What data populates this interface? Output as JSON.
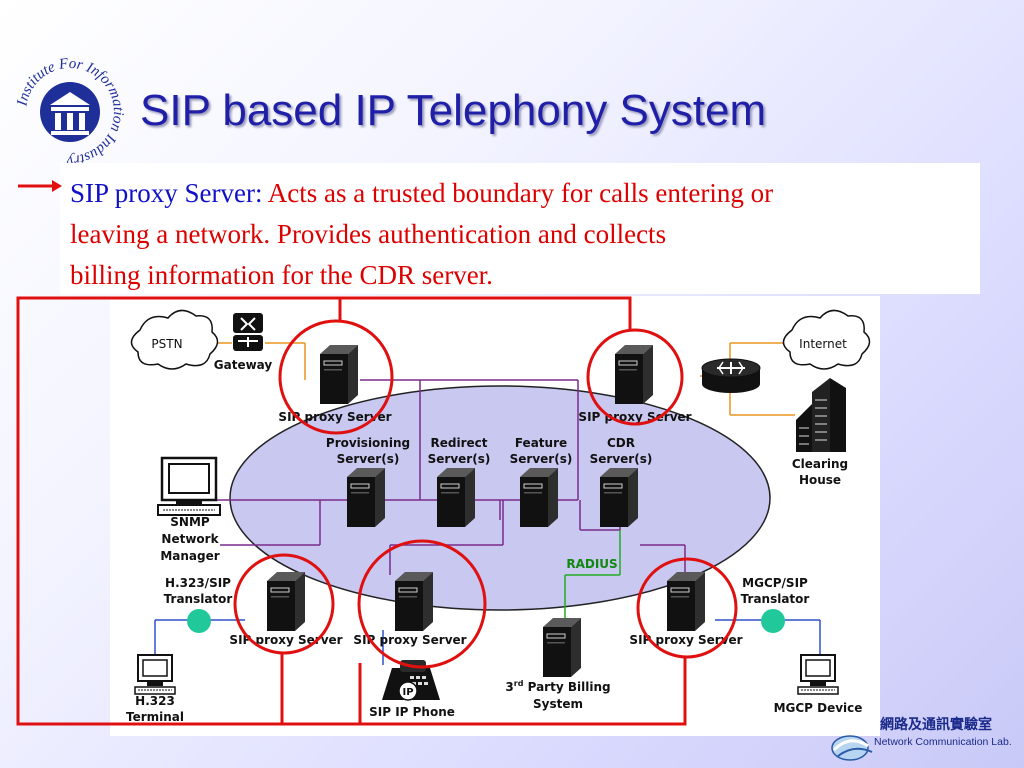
{
  "slide": {
    "title": "SIP based IP Telephony System",
    "institute_logo_text": "Institute For Information Industry"
  },
  "description": {
    "term": "SIP proxy Server:",
    "line1_rest": " Acts as a trusted boundary for calls entering or",
    "line2": "leaving a network. Provides authentication and collects",
    "line3": "billing information for the CDR server."
  },
  "diagram": {
    "clouds": {
      "pstn": "PSTN",
      "internet": "Internet"
    },
    "gateway": "Gateway",
    "proxies": {
      "top_left": "SIP proxy Server",
      "top_right": "SIP proxy Server",
      "bottom_left": "SIP proxy Server",
      "bottom_mid": "SIP proxy Server",
      "bottom_right": "SIP proxy Server"
    },
    "inner_servers": {
      "provisioning": [
        "Provisioning",
        "Server(s)"
      ],
      "redirect": [
        "Redirect",
        "Server(s)"
      ],
      "feature": [
        "Feature",
        "Server(s)"
      ],
      "cdr": [
        "CDR",
        "Server(s)"
      ]
    },
    "snmp": [
      "SNMP",
      "Network",
      "Manager"
    ],
    "clearing_house": [
      "Clearing",
      "House"
    ],
    "h323_translator": [
      "H.323/SIP",
      "Translator"
    ],
    "mgcp_translator": [
      "MGCP/SIP",
      "Translator"
    ],
    "radius": "RADIUS",
    "h323_terminal": [
      "H.323",
      "Terminal"
    ],
    "sip_phone": "SIP IP Phone",
    "phone_badge": "IP",
    "billing": {
      "prefix": "3",
      "sup": "rd",
      "rest": " Party Billing",
      "line2": "System"
    },
    "mgcp_device": "MGCP Device"
  },
  "lab_logo": {
    "chinese": "網路及通訊實驗室",
    "english": "Network Communication Lab."
  },
  "colors": {
    "title": "#1f1fa8",
    "term": "#1010c8",
    "description": "#dd0000",
    "highlight": "#e01010",
    "ellipse": "#c8c8f0",
    "line_purple": "#7a2a8a",
    "line_orange": "#e8961e",
    "line_blue": "#3050c8",
    "line_green": "#22aa22",
    "node_teal": "#20c89a"
  }
}
